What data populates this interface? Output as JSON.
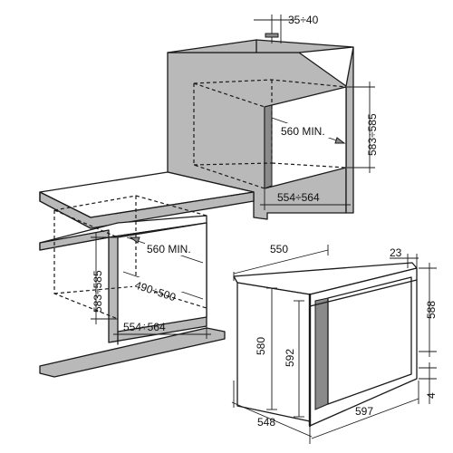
{
  "diagram": {
    "upper_install": {
      "depth_range": "35÷40",
      "niche_depth_min": "560 MIN.",
      "niche_height_range": "583÷585",
      "niche_width_range": "554÷564"
    },
    "lower_install": {
      "niche_depth_min": "560 MIN.",
      "niche_height_range": "583÷585",
      "depth_range": "490÷500",
      "niche_width_range": "554÷564"
    },
    "oven": {
      "top_depth": "550",
      "front_offset": "23",
      "front_height": "588",
      "body_height": "580",
      "inner_height": "592",
      "bottom_gap": "4",
      "body_depth": "548",
      "front_width": "597"
    }
  }
}
